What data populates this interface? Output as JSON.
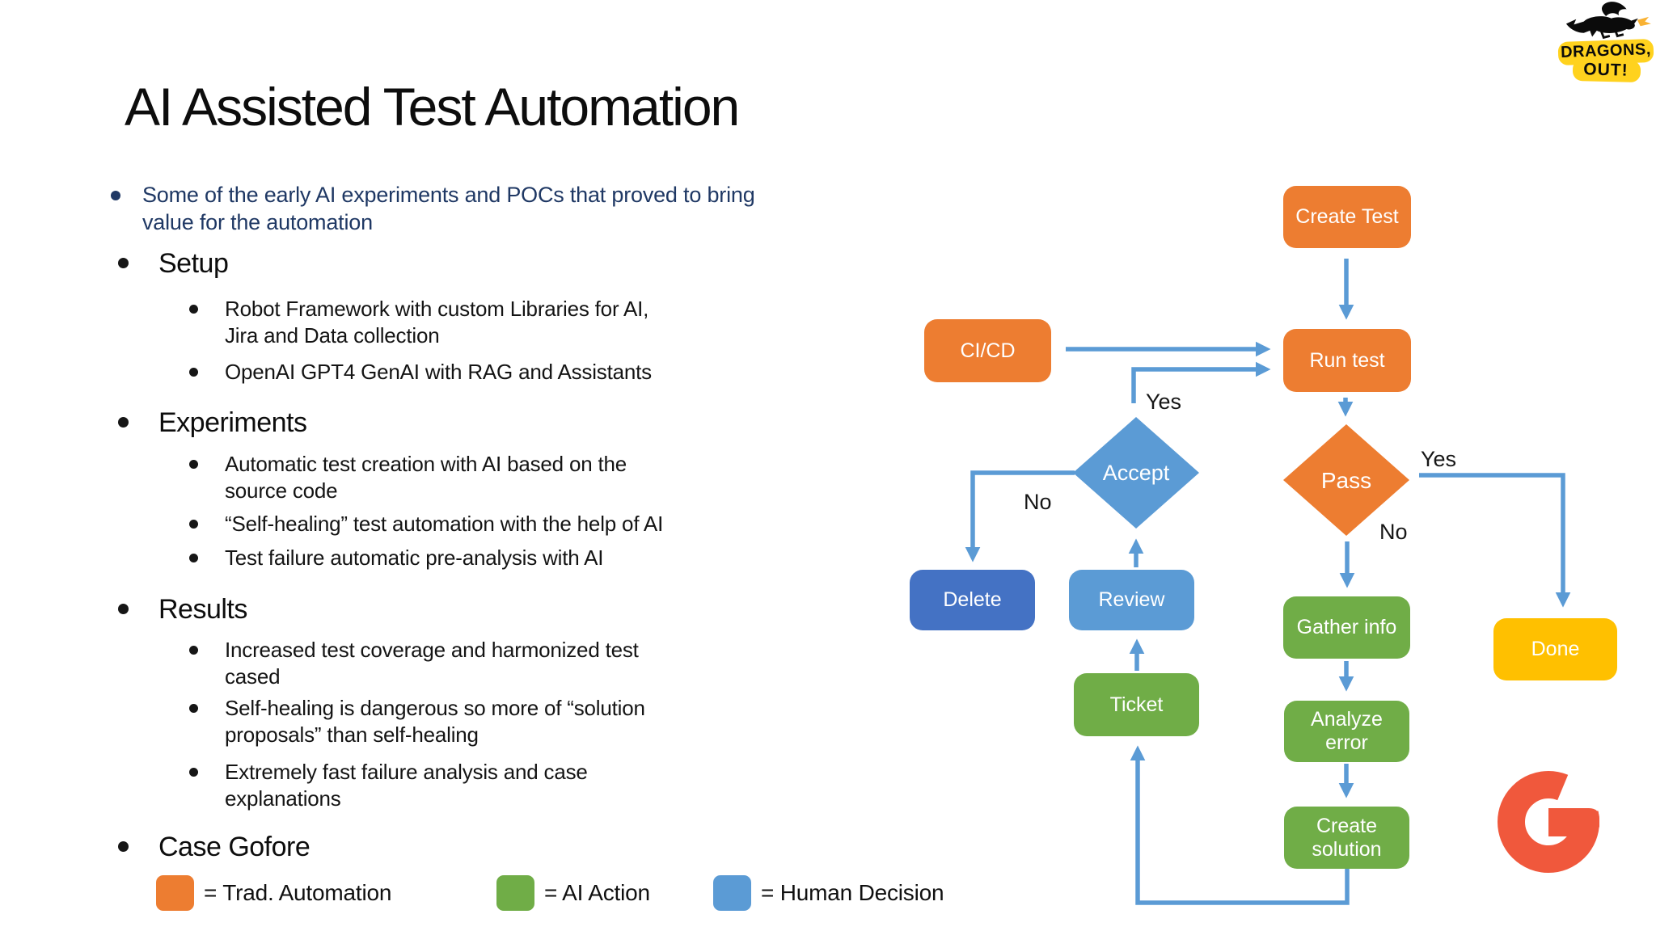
{
  "slide": {
    "title": "AI Assisted Test Automation"
  },
  "intro": {
    "text": "Some of the early AI experiments and POCs that proved to bring\nvalue for the automation"
  },
  "outline": {
    "sections": [
      {
        "heading": "Setup",
        "items": [
          {
            "text": "Robot Framework with custom Libraries for AI,\nJira and Data collection"
          },
          {
            "text": "OpenAI GPT4 GenAI with RAG and Assistants"
          }
        ]
      },
      {
        "heading": "Experiments",
        "items": [
          {
            "text": "Automatic test creation with AI based on the\nsource code"
          },
          {
            "text": "“Self-healing” test automation with the help of AI"
          },
          {
            "text": "Test failure automatic pre-analysis with AI"
          }
        ]
      },
      {
        "heading": "Results",
        "items": [
          {
            "text": "Increased test coverage and harmonized test\ncased"
          },
          {
            "text": "Self-healing is dangerous so more of “solution\nproposals” than self-healing"
          },
          {
            "text": "Extremely fast failure analysis and case\nexplanations"
          }
        ]
      },
      {
        "heading": "Case Gofore",
        "items": []
      }
    ]
  },
  "legend": {
    "items": [
      {
        "label": "= Trad. Automation",
        "color": "#ED7D31",
        "meaning": "traditional-automation"
      },
      {
        "label": "= AI Action",
        "color": "#70AD47",
        "meaning": "ai-action"
      },
      {
        "label": "= Human Decision",
        "color": "#5B9BD5",
        "meaning": "human-decision"
      }
    ]
  },
  "flowchart": {
    "arrow_color": "#5B9BD5",
    "nodes": [
      {
        "id": "create-test",
        "label": "Create Test",
        "shape": "rect",
        "color": "#ED7D31",
        "type": "trad-automation"
      },
      {
        "id": "cicd",
        "label": "CI/CD",
        "shape": "rect",
        "color": "#ED7D31",
        "type": "trad-automation"
      },
      {
        "id": "run-test",
        "label": "Run test",
        "shape": "rect",
        "color": "#ED7D31",
        "type": "trad-automation"
      },
      {
        "id": "accept",
        "label": "Accept",
        "shape": "diamond",
        "color": "#5B9BD5",
        "type": "human-decision"
      },
      {
        "id": "pass",
        "label": "Pass",
        "shape": "diamond",
        "color": "#ED7D31",
        "type": "trad-automation"
      },
      {
        "id": "delete",
        "label": "Delete",
        "shape": "rect",
        "color": "#4472C4",
        "type": "human-decision"
      },
      {
        "id": "review",
        "label": "Review",
        "shape": "rect",
        "color": "#5B9BD5",
        "type": "human-decision"
      },
      {
        "id": "ticket",
        "label": "Ticket",
        "shape": "rect",
        "color": "#70AD47",
        "type": "ai-action"
      },
      {
        "id": "gather-info",
        "label": "Gather info",
        "shape": "rect",
        "color": "#70AD47",
        "type": "ai-action"
      },
      {
        "id": "analyze-error",
        "label": "Analyze\nerror",
        "shape": "rect",
        "color": "#70AD47",
        "type": "ai-action"
      },
      {
        "id": "create-solution",
        "label": "Create\nsolution",
        "shape": "rect",
        "color": "#70AD47",
        "type": "ai-action"
      },
      {
        "id": "done",
        "label": "Done",
        "shape": "rect",
        "color": "#FFC000",
        "type": "done"
      }
    ],
    "edge_labels": [
      {
        "text": "Yes",
        "edge": "accept-to-run-test"
      },
      {
        "text": "No",
        "edge": "accept-to-delete"
      },
      {
        "text": "Yes",
        "edge": "pass-to-done"
      },
      {
        "text": "No",
        "edge": "pass-to-gather-info"
      }
    ]
  },
  "logos": {
    "dragons_out": {
      "line1": "DRAGONS,",
      "line2": "OUT!",
      "badge_color": "#FFD21E"
    },
    "gofore": {
      "name": "Gofore G",
      "color": "#F0583C"
    }
  },
  "theme": {
    "orange": "#ED7D31",
    "green": "#70AD47",
    "blue": "#5B9BD5",
    "dark_blue": "#4472C4",
    "yellow": "#FFC000",
    "navy_text": "#1F3864",
    "background": "#FFFFFF"
  }
}
